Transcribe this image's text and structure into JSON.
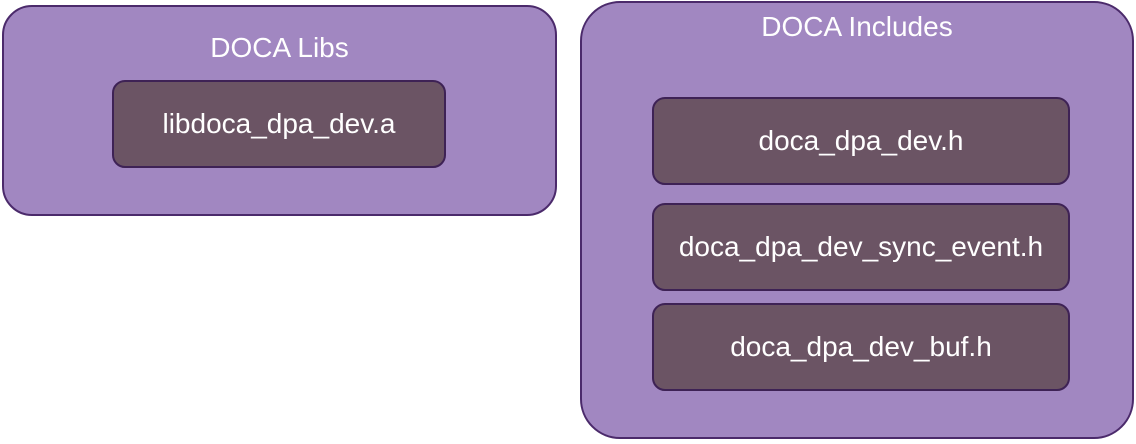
{
  "diagram": {
    "groups": [
      {
        "title": "DOCA Libs",
        "items": [
          "libdoca_dpa_dev.a"
        ]
      },
      {
        "title": "DOCA Includes",
        "items": [
          "doca_dpa_dev.h",
          "doca_dpa_dev_sync_event.h",
          "doca_dpa_dev_buf.h"
        ]
      }
    ],
    "colors": {
      "group_fill": "#A187C1",
      "group_border": "#4B2A6B",
      "item_fill": "#6B5464",
      "item_border": "#3E2255",
      "text": "#FFFFFF",
      "background": "#FFFFFF"
    }
  }
}
